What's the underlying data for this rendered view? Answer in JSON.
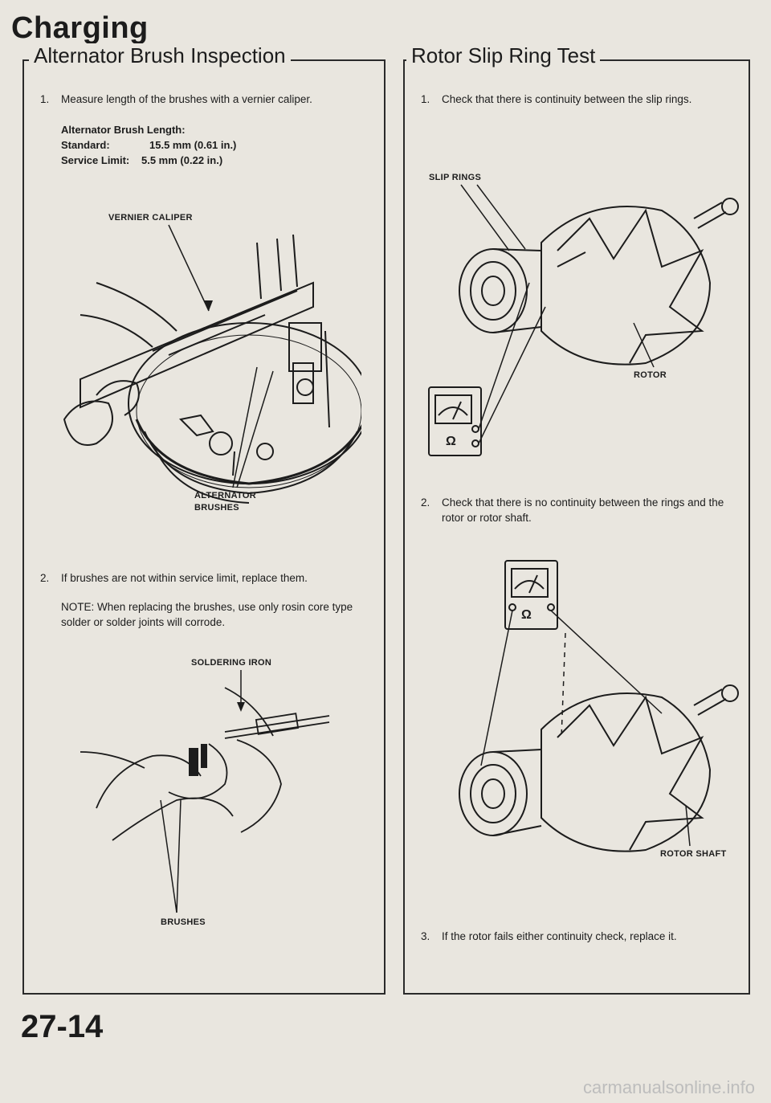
{
  "page": {
    "title": "Charging",
    "page_number": "27-14",
    "watermark": "carmanualsonline.info"
  },
  "left": {
    "heading": "Alternator Brush Inspection",
    "step1_num": "1.",
    "step1": "Measure length of the brushes with a vernier caliper.",
    "spec_title": "Alternator Brush Length:",
    "standard_label": "Standard:",
    "standard_value": "15.5 mm (0.61 in.)",
    "service_label": "Service Limit:",
    "service_value": "5.5 mm (0.22 in.)",
    "fig1_callouts": {
      "vernier": "VERNIER CALIPER",
      "alternator": "ALTERNATOR",
      "brushes": "BRUSHES"
    },
    "step2_num": "2.",
    "step2": "If brushes are not within service limit, replace them.",
    "note": "NOTE: When replacing the brushes, use only rosin core type solder or solder joints will corrode.",
    "fig2_callouts": {
      "iron": "SOLDERING IRON",
      "brushes": "BRUSHES"
    }
  },
  "right": {
    "heading": "Rotor Slip Ring Test",
    "step1_num": "1.",
    "step1": "Check that there is continuity between the slip rings.",
    "fig1_callouts": {
      "slip_rings": "SLIP RINGS",
      "rotor": "ROTOR"
    },
    "step2_num": "2.",
    "step2": "Check that there is no continuity between the rings and the rotor or rotor shaft.",
    "fig2_callouts": {
      "rotor_shaft": "ROTOR SHAFT"
    },
    "step3_num": "3.",
    "step3": "If the rotor fails either continuity check, replace it.",
    "ohm_symbol": "Ω"
  }
}
